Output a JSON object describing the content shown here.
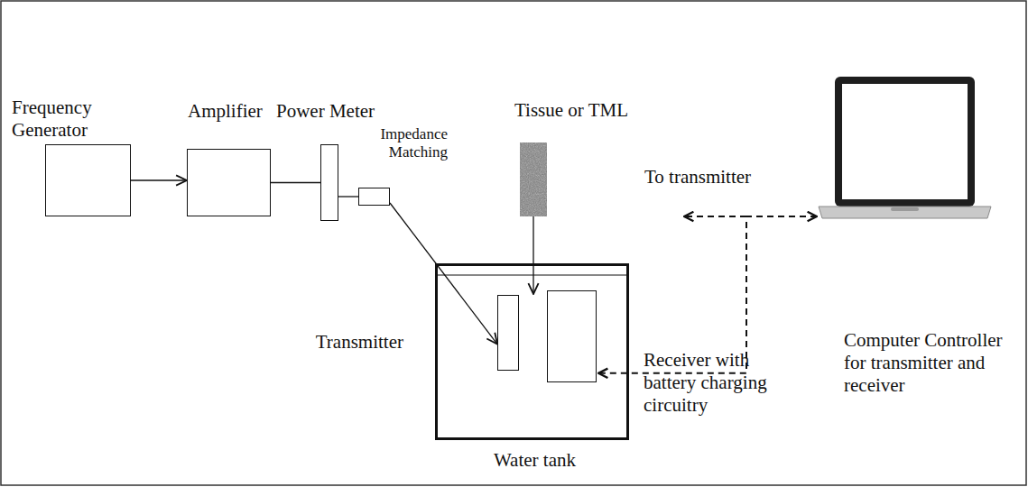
{
  "diagram": {
    "nodes": [
      {
        "text": [
          "Frequency Generator"
        ]
      },
      {
        "text": [
          "Amplifier"
        ]
      },
      {
        "text": [
          "Power Meter"
        ]
      },
      {
        "text": [
          "Impedance Matching"
        ]
      },
      {
        "text": [
          "Tissue or TML"
        ]
      },
      {
        "text": [
          "Water tank"
        ]
      },
      {
        "text": [
          "Transmitter"
        ],
        "in": 5
      },
      {
        "text": [
          "Receiver with battery charging circuitry"
        ],
        "in": 5
      },
      {
        "text": [
          "Computer Controller for transmitter and receiver"
        ]
      }
    ],
    "edges": [
      {
        "from": 0,
        "to": 1,
        "arrow": "to"
      },
      {
        "from": 1,
        "to": 2,
        "arrow": "none"
      },
      {
        "from": 2,
        "to": 3,
        "arrow": "none"
      },
      {
        "from": 3,
        "to": 6,
        "arrow": "to"
      },
      {
        "from": 4,
        "to": 5,
        "arrow": "to"
      },
      {
        "from": 8,
        "to": 7,
        "arrow": "both"
      }
    ],
    "labels": [
      "To transmitter"
    ]
  }
}
